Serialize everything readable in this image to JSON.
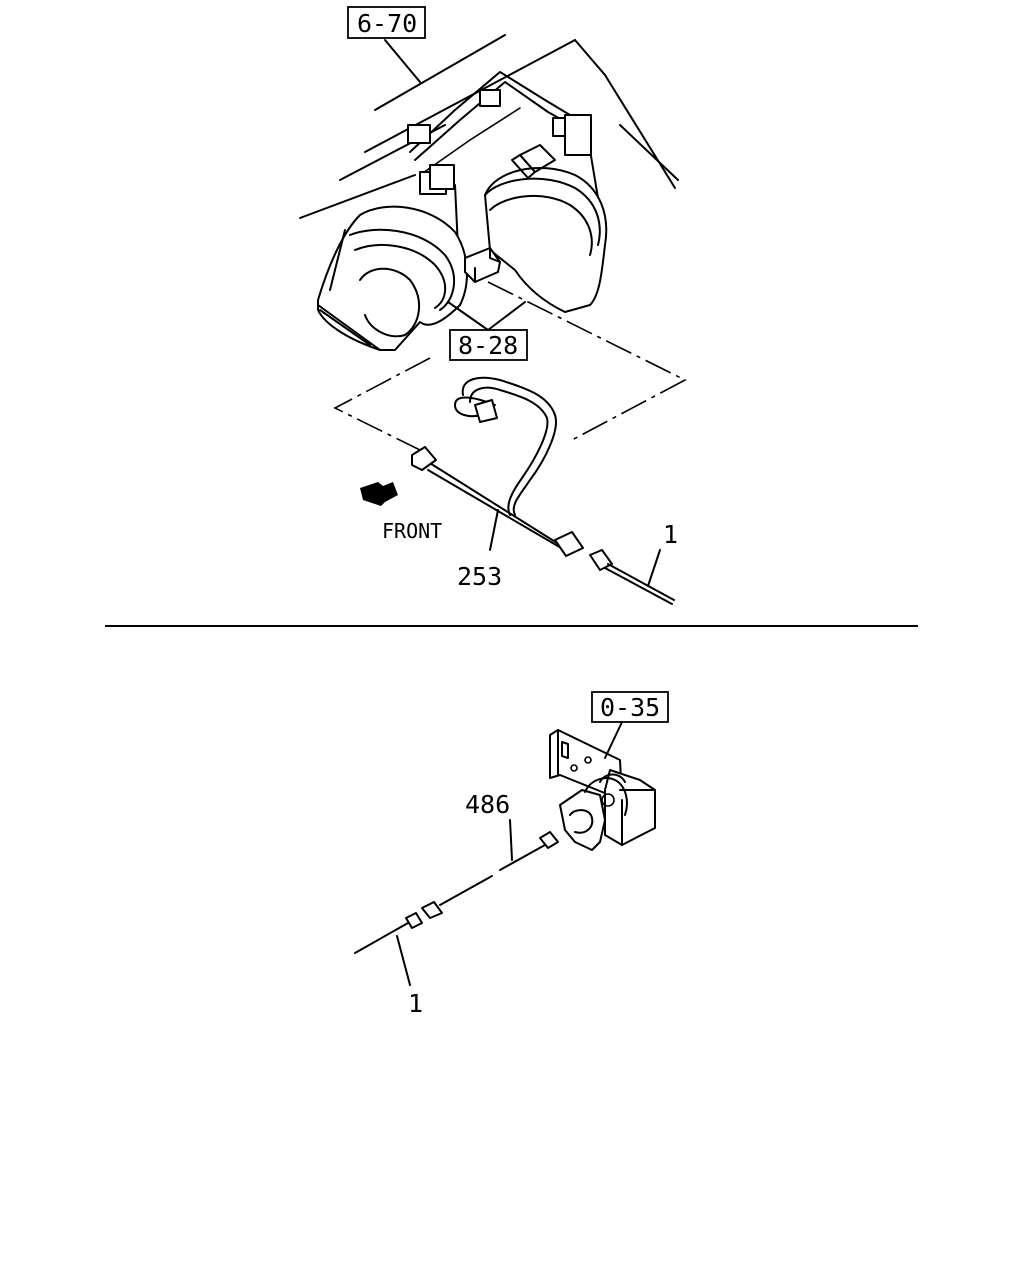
{
  "refs": {
    "top": "6-70",
    "horn": "8-28",
    "bracket": "0-35"
  },
  "parts": {
    "harness": "253",
    "cable_top": "1",
    "wire": "486",
    "cable_bottom": "1"
  },
  "direction": "FRONT"
}
